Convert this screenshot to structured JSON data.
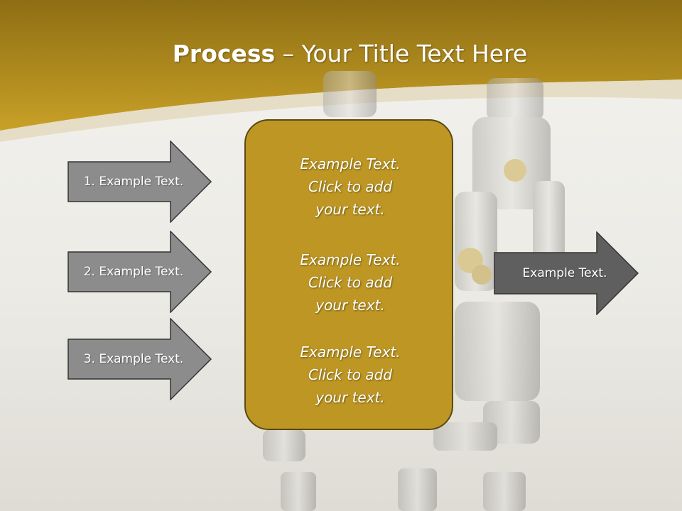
{
  "title": {
    "bold": "Process",
    "rest": " – Your Title Text Here"
  },
  "left_arrows": [
    {
      "label": "1. Example Text."
    },
    {
      "label": "2. Example Text."
    },
    {
      "label": "3. Example Text."
    }
  ],
  "center_box": {
    "blocks": [
      {
        "lines": [
          "Example Text.",
          "Click  to add",
          "your text."
        ]
      },
      {
        "lines": [
          "Example Text.",
          "Click  to add",
          "your text."
        ]
      },
      {
        "lines": [
          "Example Text.",
          "Click  to add",
          "your text."
        ]
      }
    ]
  },
  "output_arrow": {
    "label": "Example Text."
  },
  "colors": {
    "header_gold": "#b38d1f",
    "box_gold": "#bd9623",
    "arrow_gray": "#8c8c8c",
    "arrow_dark": "#5f5f5f"
  }
}
